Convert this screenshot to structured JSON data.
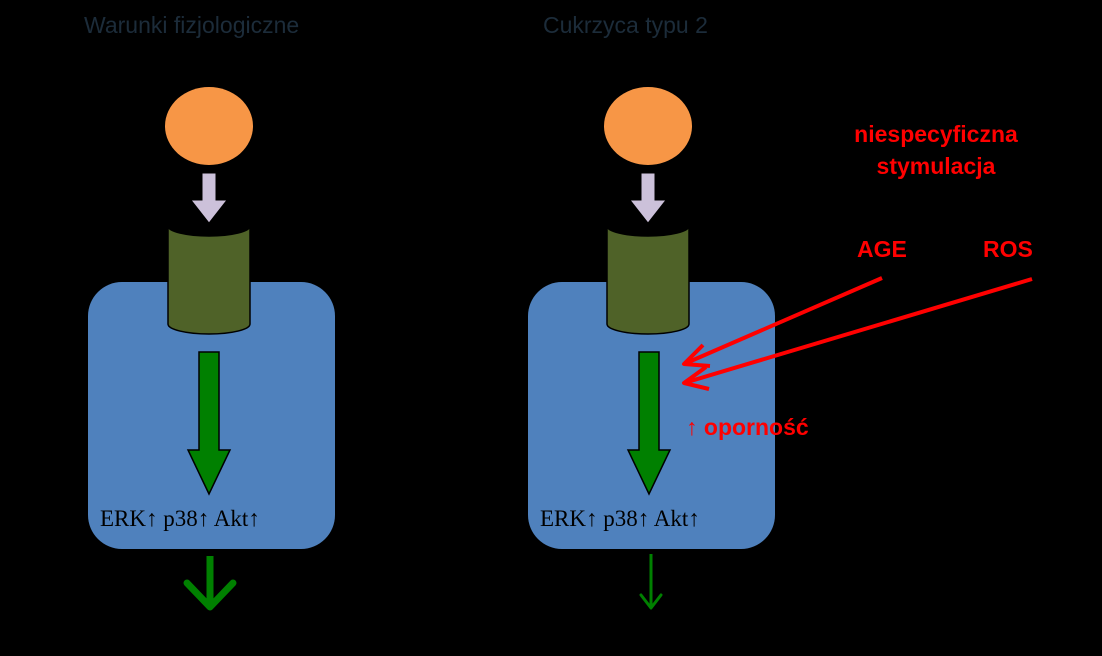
{
  "panels": {
    "left": {
      "title": "Warunki fizjologiczne",
      "signal_text": "ERK↑ p38↑ Akt↑"
    },
    "right": {
      "title": "Cukrzyca typu 2",
      "signal_text": "ERK↑ p38↑ Akt↑"
    }
  },
  "stimulation": {
    "line1": "niespecyficzna",
    "line2": "stymulacja"
  },
  "agents": {
    "age": "AGE",
    "ros": "ROS"
  },
  "resistance_label": "↑ oporność",
  "colors": {
    "background": "#000000",
    "cell": "#4f81bd",
    "ligand": "#f79646",
    "receptor": "#4f6228",
    "binding_arrow": "#ccc1da",
    "signal_arrow": "#008000",
    "inhibitor": "#ff0000",
    "title_text": "#1c2c3a"
  }
}
